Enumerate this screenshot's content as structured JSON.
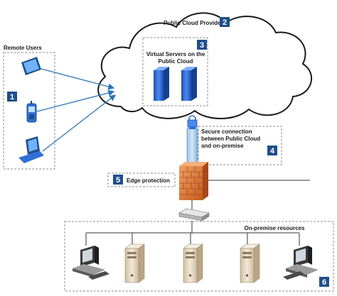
{
  "labels": {
    "remote_users": "Remote Users",
    "cloud_provider": "Public Cloud Provider",
    "virtual_servers_line1": "Virtual Servers on the",
    "virtual_servers_line2": "Public Cloud",
    "secure_line1": "Secure connection",
    "secure_line2": "between Public Cloud",
    "secure_line3": "and on-premise",
    "edge_protection": "Edge protection",
    "on_premise": "On-premise resources"
  },
  "badges": [
    "1",
    "2",
    "3",
    "4",
    "5",
    "6"
  ],
  "colors": {
    "badge": "#1f4e8c",
    "arrow": "#2e75b6",
    "dashed_border": "#8c8c8c",
    "server_blue": "#2f6fd6",
    "firewall": "#e07b39",
    "tower_beige": "#e6d8bf"
  },
  "icons": {
    "remote_devices": [
      "tablet-icon",
      "mobile-phone-icon",
      "laptop-icon"
    ],
    "cloud_servers": [
      "server-icon",
      "server-icon"
    ],
    "connection": "vpn-tunnel-icon",
    "edge": "firewall-icon",
    "network": "switch-icon",
    "on_premise_resources": [
      "workstation-icon",
      "tower-server-icon",
      "tower-server-icon",
      "tower-server-icon",
      "workstation-icon"
    ]
  }
}
